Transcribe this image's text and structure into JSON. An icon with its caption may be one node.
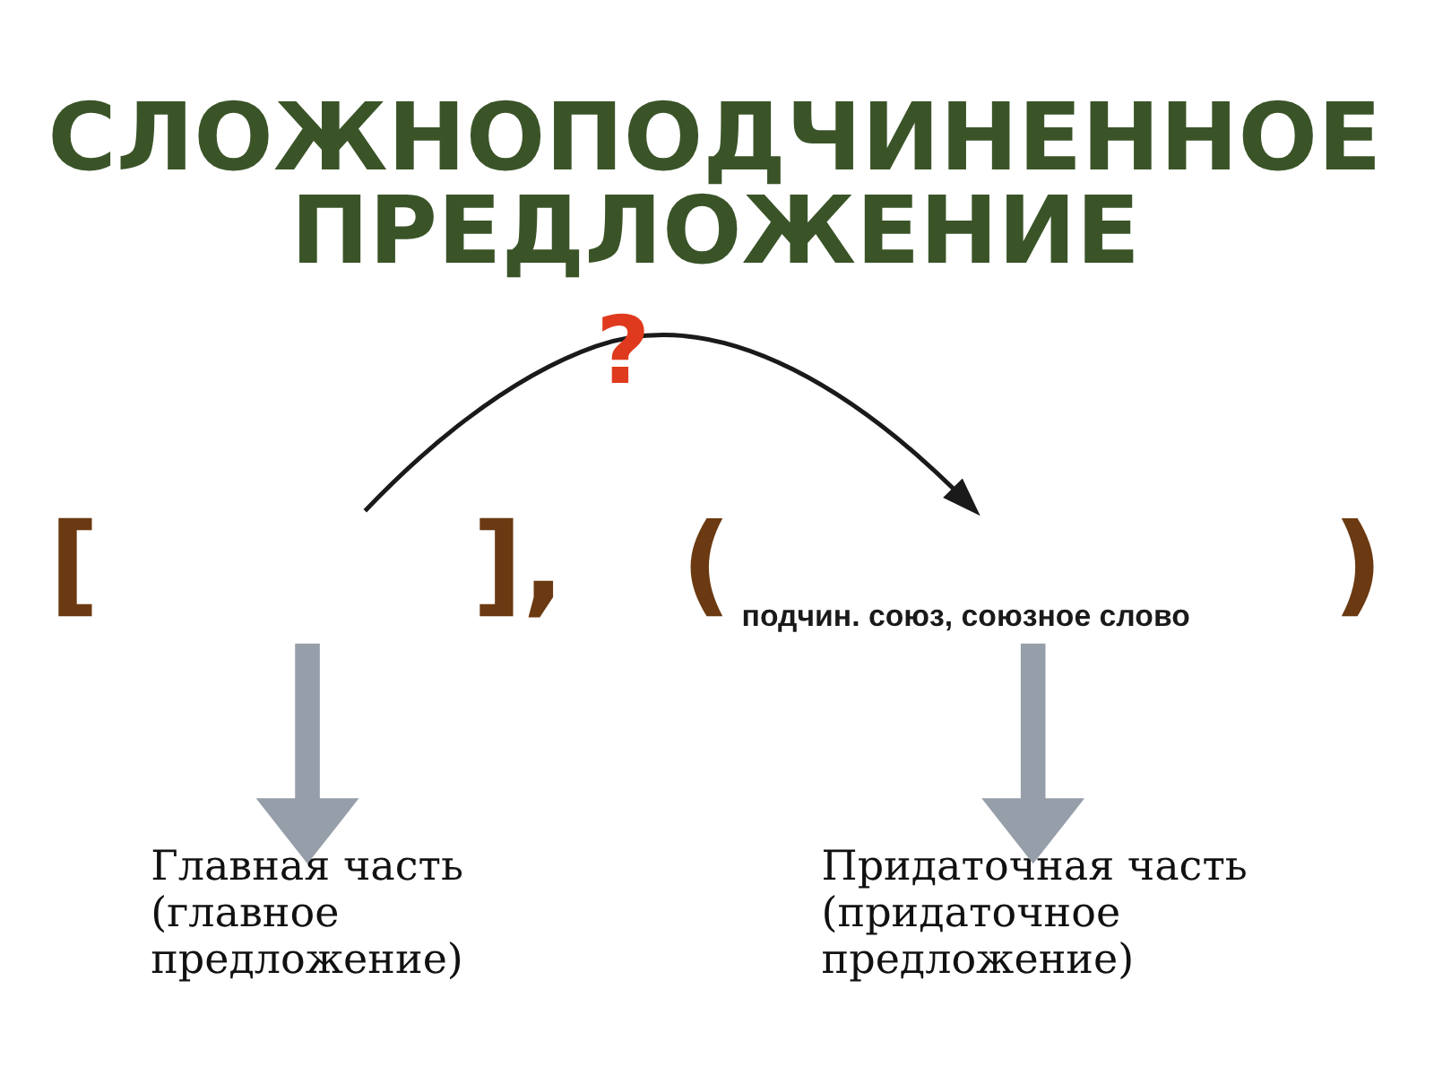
{
  "diagram": {
    "title": "СЛОЖНОПОДЧИНЕННОЕ ПРЕДЛОЖЕНИЕ",
    "nodes": [
      {
        "text": [
          "[",
          "],"
        ]
      },
      {
        "text": [
          "(",
          "подчин. союз, союзное слово",
          ")"
        ]
      },
      {
        "text": [
          "Главная часть (главное предложение)"
        ]
      },
      {
        "text": [
          "Придаточная часть (придаточное предложение)"
        ]
      }
    ],
    "edges": [
      {
        "from": 0,
        "to": 1,
        "arrow": "to",
        "label": "?",
        "color": "#1a1a1a"
      },
      {
        "from": 0,
        "to": 2,
        "arrow": "to",
        "color": "#959ea9"
      },
      {
        "from": 1,
        "to": 3,
        "arrow": "to",
        "color": "#959ea9"
      }
    ]
  }
}
